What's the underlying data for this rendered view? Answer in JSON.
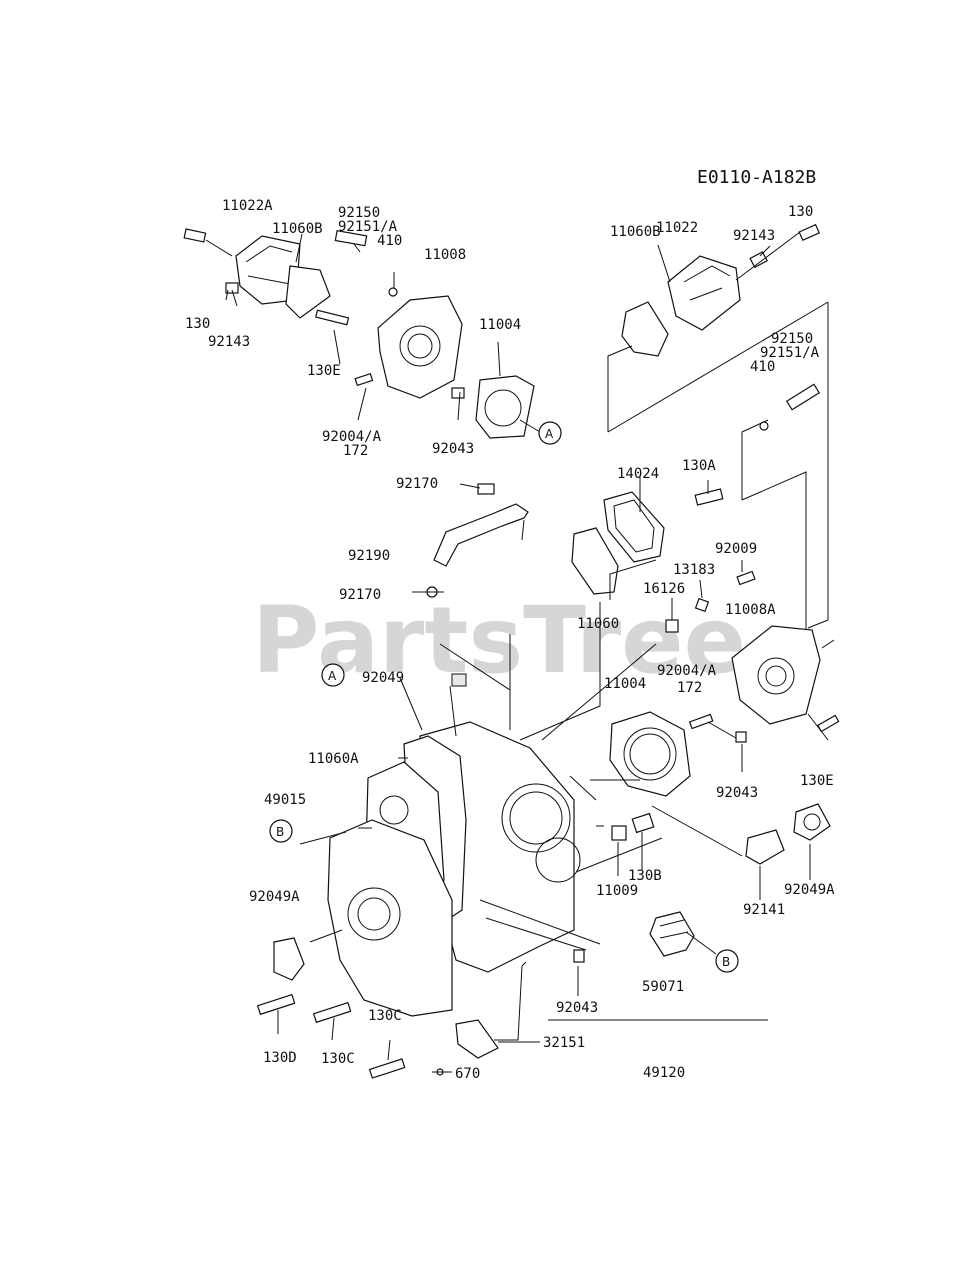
{
  "diagram": {
    "ref_code": "E0110-A182B",
    "watermark": "PartsTree",
    "labels": [
      {
        "id": "11022a",
        "text": "11022A"
      },
      {
        "id": "11060b-l",
        "text": "11060B"
      },
      {
        "id": "92150-l",
        "text": "92150"
      },
      {
        "id": "92151a-l",
        "text": "92151/A"
      },
      {
        "id": "410-l",
        "text": "410"
      },
      {
        "id": "11008",
        "text": "11008"
      },
      {
        "id": "130-l",
        "text": "130"
      },
      {
        "id": "92143-l",
        "text": "92143"
      },
      {
        "id": "130e-l",
        "text": "130E"
      },
      {
        "id": "11004-l",
        "text": "11004"
      },
      {
        "id": "92004a-l",
        "text": "92004/A"
      },
      {
        "id": "172-l",
        "text": "172"
      },
      {
        "id": "92043-l",
        "text": "92043"
      },
      {
        "id": "130-r",
        "text": "130"
      },
      {
        "id": "11022",
        "text": "11022"
      },
      {
        "id": "92143-r",
        "text": "92143"
      },
      {
        "id": "11060b-r",
        "text": "11060B"
      },
      {
        "id": "92150-r",
        "text": "92150"
      },
      {
        "id": "92151a-r",
        "text": "92151/A"
      },
      {
        "id": "410-r",
        "text": "410"
      },
      {
        "id": "92170-t",
        "text": "92170"
      },
      {
        "id": "14024",
        "text": "14024"
      },
      {
        "id": "130a",
        "text": "130A"
      },
      {
        "id": "92009",
        "text": "92009"
      },
      {
        "id": "92190",
        "text": "92190"
      },
      {
        "id": "13183",
        "text": "13183"
      },
      {
        "id": "16126",
        "text": "16126"
      },
      {
        "id": "92170-b",
        "text": "92170"
      },
      {
        "id": "11060",
        "text": "11060"
      },
      {
        "id": "11008a",
        "text": "11008A"
      },
      {
        "id": "92049",
        "text": "92049"
      },
      {
        "id": "92004a-r",
        "text": "92004/A"
      },
      {
        "id": "11004-r",
        "text": "11004"
      },
      {
        "id": "172-r",
        "text": "172"
      },
      {
        "id": "11060a",
        "text": "11060A"
      },
      {
        "id": "49015",
        "text": "49015"
      },
      {
        "id": "92043-r",
        "text": "92043"
      },
      {
        "id": "130e-r",
        "text": "130E"
      },
      {
        "id": "130b",
        "text": "130B"
      },
      {
        "id": "11009",
        "text": "11009"
      },
      {
        "id": "92049a-r",
        "text": "92049A"
      },
      {
        "id": "92141",
        "text": "92141"
      },
      {
        "id": "92049a-l",
        "text": "92049A"
      },
      {
        "id": "59071",
        "text": "59071"
      },
      {
        "id": "92043-b",
        "text": "92043"
      },
      {
        "id": "130c-t",
        "text": "130C"
      },
      {
        "id": "32151",
        "text": "32151"
      },
      {
        "id": "130d",
        "text": "130D"
      },
      {
        "id": "130c-b",
        "text": "130C"
      },
      {
        "id": "670",
        "text": "670"
      },
      {
        "id": "49120",
        "text": "49120"
      }
    ],
    "callouts": [
      {
        "id": "a-top",
        "text": "A"
      },
      {
        "id": "a-mid",
        "text": "A"
      },
      {
        "id": "b-left",
        "text": "B"
      },
      {
        "id": "b-right",
        "text": "B"
      }
    ]
  }
}
